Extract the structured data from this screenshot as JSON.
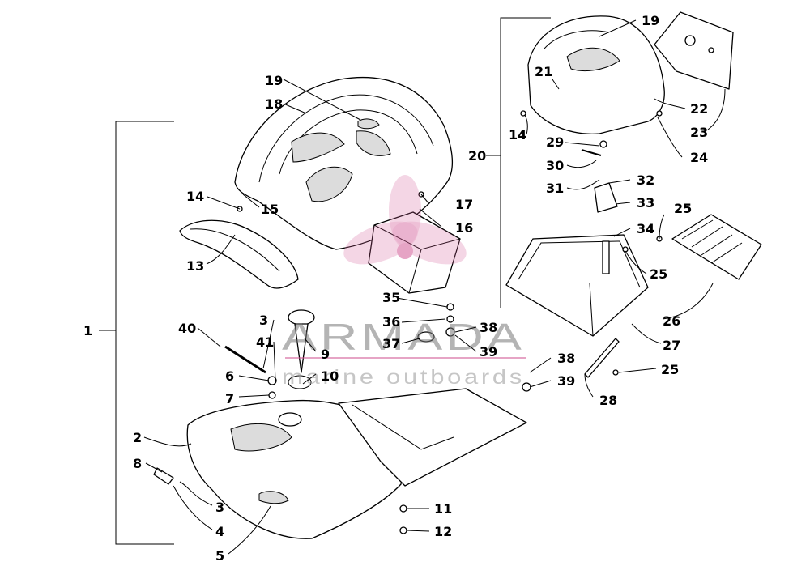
{
  "labels": [
    "1",
    "2",
    "3",
    "4",
    "5",
    "6",
    "7",
    "8",
    "9",
    "10",
    "11",
    "12",
    "13",
    "14",
    "15",
    "16",
    "17",
    "18",
    "19",
    "20",
    "21",
    "22",
    "23",
    "24",
    "25",
    "26",
    "27",
    "28",
    "29",
    "30",
    "31",
    "32",
    "33",
    "34",
    "35",
    "36",
    "37",
    "38",
    "39",
    "40",
    "41"
  ],
  "watermark": {
    "brand": "ARMADA",
    "tagline": "marine outboards",
    "accent_color": "#d25a96"
  }
}
